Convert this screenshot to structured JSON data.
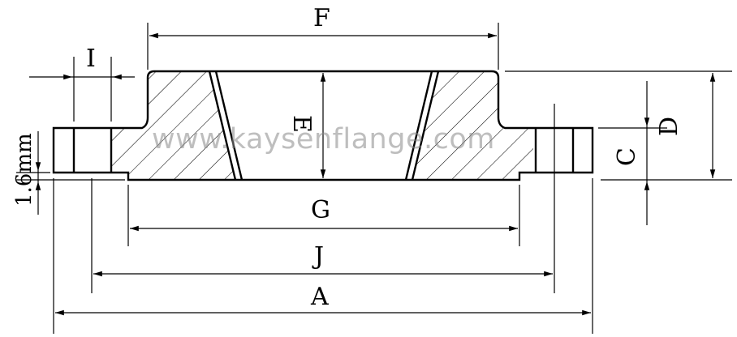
{
  "diagram": {
    "dimensions": {
      "F": "F",
      "I": "I",
      "E": "E",
      "D": "D",
      "C": "C",
      "G": "G",
      "J": "J",
      "A": "A",
      "raised_face": "1.6mm"
    },
    "watermark": "www.kaysenflange.com"
  }
}
